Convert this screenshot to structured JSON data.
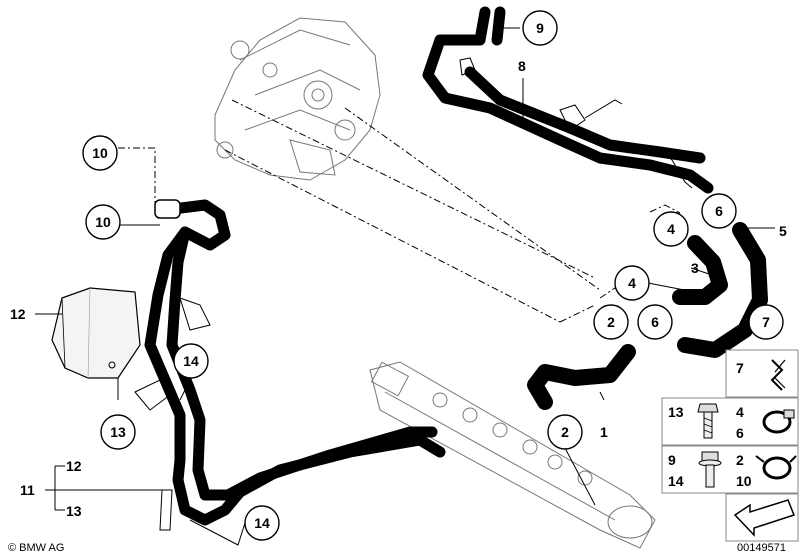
{
  "callouts": {
    "c9": "9",
    "c10a": "10",
    "c10b": "10",
    "c4a": "4",
    "c4b": "4",
    "c6a": "6",
    "c6b": "6",
    "c7": "7",
    "c2a": "2",
    "c2b": "2",
    "c14a": "14",
    "c14b": "14",
    "c13": "13"
  },
  "labels": {
    "l8": "8",
    "l5": "5",
    "l3": "3",
    "l1": "1",
    "l12": "12",
    "l11": "11",
    "l12b": "12",
    "l13b": "13"
  },
  "parts_panel": {
    "p7": "7",
    "p13": "13",
    "p4": "4",
    "p6": "6",
    "p9": "9",
    "p14": "14",
    "p2": "2",
    "p10": "10"
  },
  "footer": {
    "brand": "© BMW AG",
    "diagram_number": "00149571"
  }
}
